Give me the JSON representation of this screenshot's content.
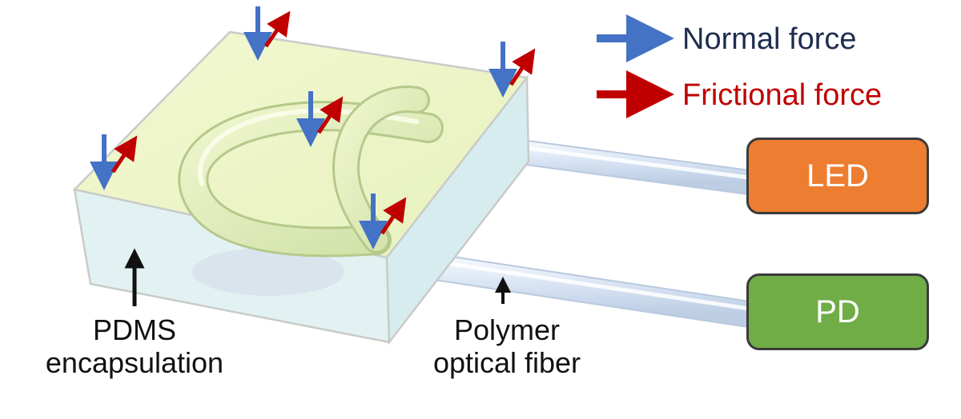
{
  "legend": {
    "normal_force": {
      "label": "Normal force",
      "color": "#4472c4"
    },
    "frictional_force": {
      "label": "Frictional force",
      "color": "#c00000"
    }
  },
  "labels": {
    "encapsulation_line1": "PDMS",
    "encapsulation_line2": "encapsulation",
    "fiber_line1": "Polymer",
    "fiber_line2": "optical fiber"
  },
  "devices": {
    "led": {
      "label": "LED",
      "color": "#ed7d31"
    },
    "pd": {
      "label": "PD",
      "color": "#70ad47"
    }
  },
  "colors": {
    "normal_text": "#1f2d4f",
    "frictional_text": "#c00000",
    "fiber": "#dbe6f4",
    "block_top": "#eef6c8",
    "block_side": "#e3f2f3"
  }
}
